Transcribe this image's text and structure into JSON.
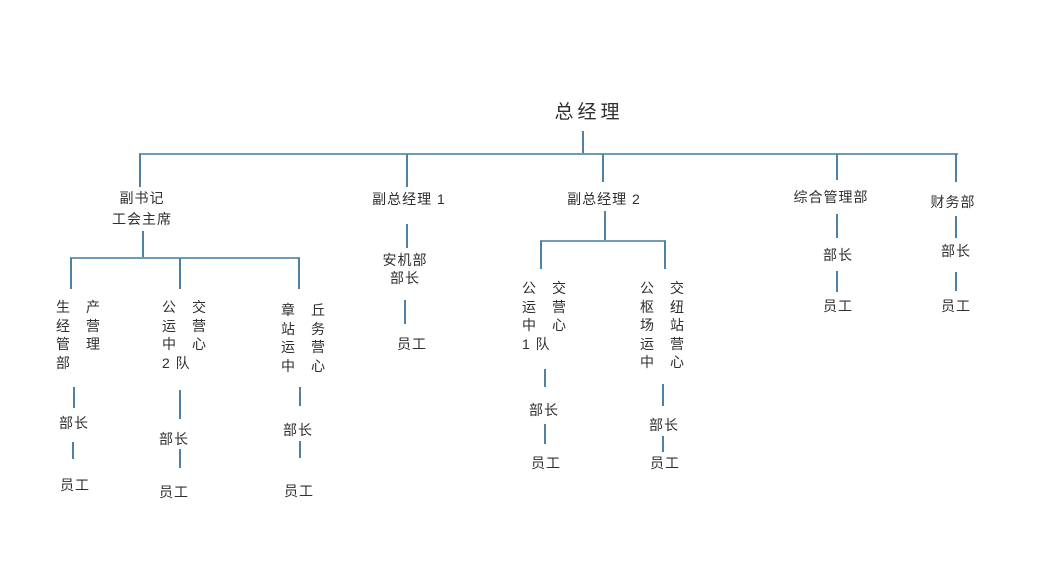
{
  "page": {
    "background": "#ffffff",
    "line_color": "#4f81a5",
    "text_color": "#2f2f2f"
  },
  "org": {
    "root": {
      "label": "总经理"
    },
    "branches": [
      {
        "label": "副书记\n工会主席",
        "children": [
          {
            "label": "生　产\n经　营\n管　理\n部",
            "manager": "部长",
            "staff": "员工"
          },
          {
            "label": "公　交\n运　营\n中　心\n2 队",
            "manager": "部长",
            "staff": "员工"
          },
          {
            "label": "章　丘\n站　务\n运　营\n中　心",
            "manager": "部长",
            "staff": "员工"
          }
        ]
      },
      {
        "label": "副总经理 1",
        "children": [
          {
            "label": "安机部\n部长",
            "staff": "员工"
          }
        ]
      },
      {
        "label": "副总经理 2",
        "children": [
          {
            "label": "公　交\n运　营\n中　心\n1 队",
            "manager": "部长",
            "staff": "员工"
          },
          {
            "label": "公　交\n枢　纽\n场　站\n运　营\n中　心",
            "manager": "部长",
            "staff": "员工"
          }
        ]
      },
      {
        "label": "综合管理部",
        "manager": "部长",
        "staff": "员工"
      },
      {
        "label": "财务部",
        "manager": "部长",
        "staff": "员工"
      }
    ]
  }
}
